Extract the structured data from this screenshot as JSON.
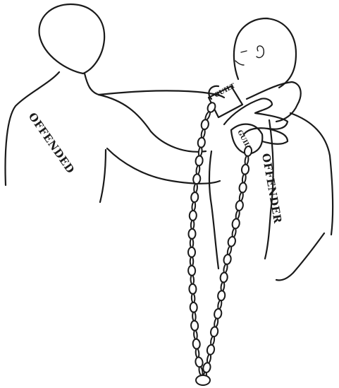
{
  "figure": {
    "labels": {
      "offended": "OFFENDED",
      "offender": "OFFENDER",
      "lock": "GUILT",
      "cuff": "GUILT"
    }
  }
}
